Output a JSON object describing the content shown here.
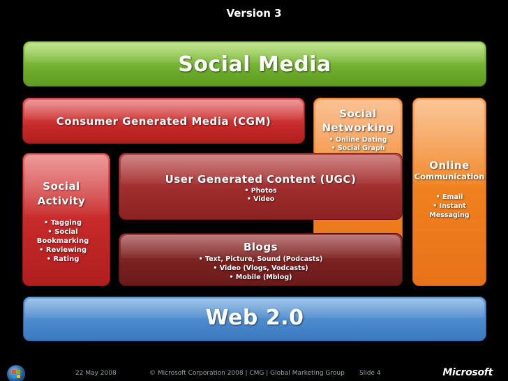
{
  "slide": {
    "title": "Version 3"
  },
  "boxes": {
    "social_media": {
      "title": "Social Media"
    },
    "cgm": {
      "title": "Consumer Generated Media (CGM)"
    },
    "social_networking": {
      "title_line1": "Social",
      "title_line2": "Networking",
      "bullets": [
        "• Online Dating",
        "• Social Graph"
      ]
    },
    "online_communication": {
      "title_line1": "Online",
      "title_line2": "Communication",
      "bullets": [
        "• Email",
        "• Instant Messaging"
      ]
    },
    "social_activity": {
      "title_line1": "Social",
      "title_line2": "Activity",
      "bullets": [
        "• Tagging",
        "• Social",
        "Bookmarking",
        "• Reviewing",
        "• Rating"
      ]
    },
    "ugc": {
      "title": "User Generated Content (UGC)",
      "bullets": [
        "• Photos",
        "• Video"
      ]
    },
    "blogs": {
      "title": "Blogs",
      "bullets": [
        "• Text,  Picture, Sound (Podcasts)",
        "• Video (Vlogs, Vodcasts)",
        "• Mobile (Mblog)"
      ]
    },
    "web20": {
      "title": "Web 2.0"
    }
  },
  "footer": {
    "date": "22 May 2008",
    "copyright": "© Microsoft Corporation 2008 | CMG | Global Marketing Group",
    "slide_number": "Slide 4",
    "logo_text": "Microsoft"
  },
  "colors": {
    "background": "#000000",
    "green": "#6fae2e",
    "red": "#c82a2a",
    "orange": "#f0801e",
    "dark_red": "#9e2b2b",
    "blue": "#4a88cc"
  }
}
